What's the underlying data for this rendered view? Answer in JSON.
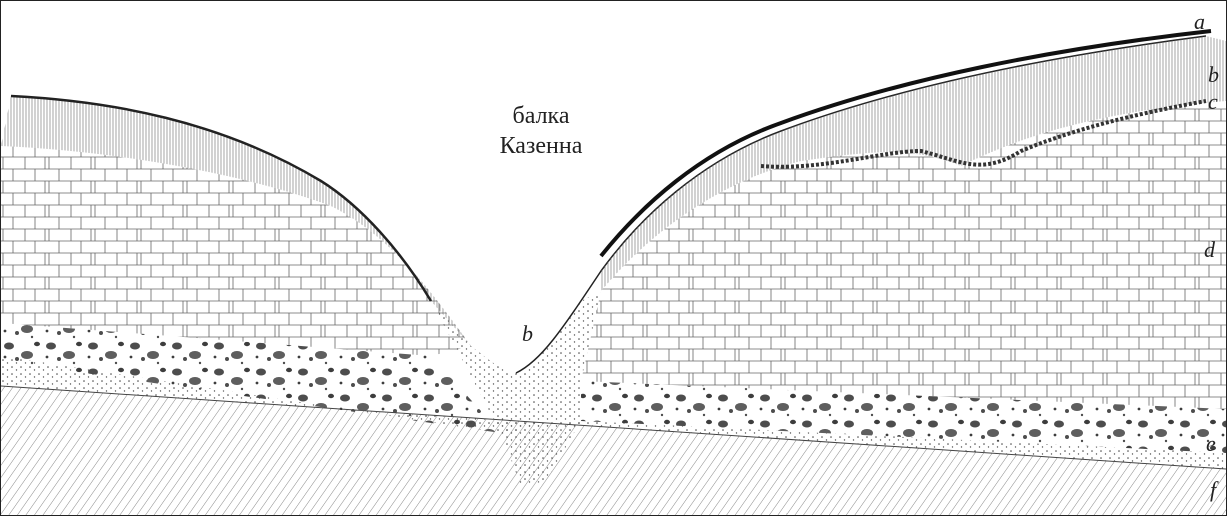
{
  "title": {
    "line1": "балка",
    "line2": "Казенна"
  },
  "labels": {
    "a": "a",
    "b_right": "b",
    "c": "c",
    "d": "d",
    "e": "e",
    "f": "f",
    "b_center": "b"
  },
  "colors": {
    "ink": "#222222",
    "paper": "#ffffff",
    "soil_dark": "#333333",
    "pebble": "#555555"
  }
}
